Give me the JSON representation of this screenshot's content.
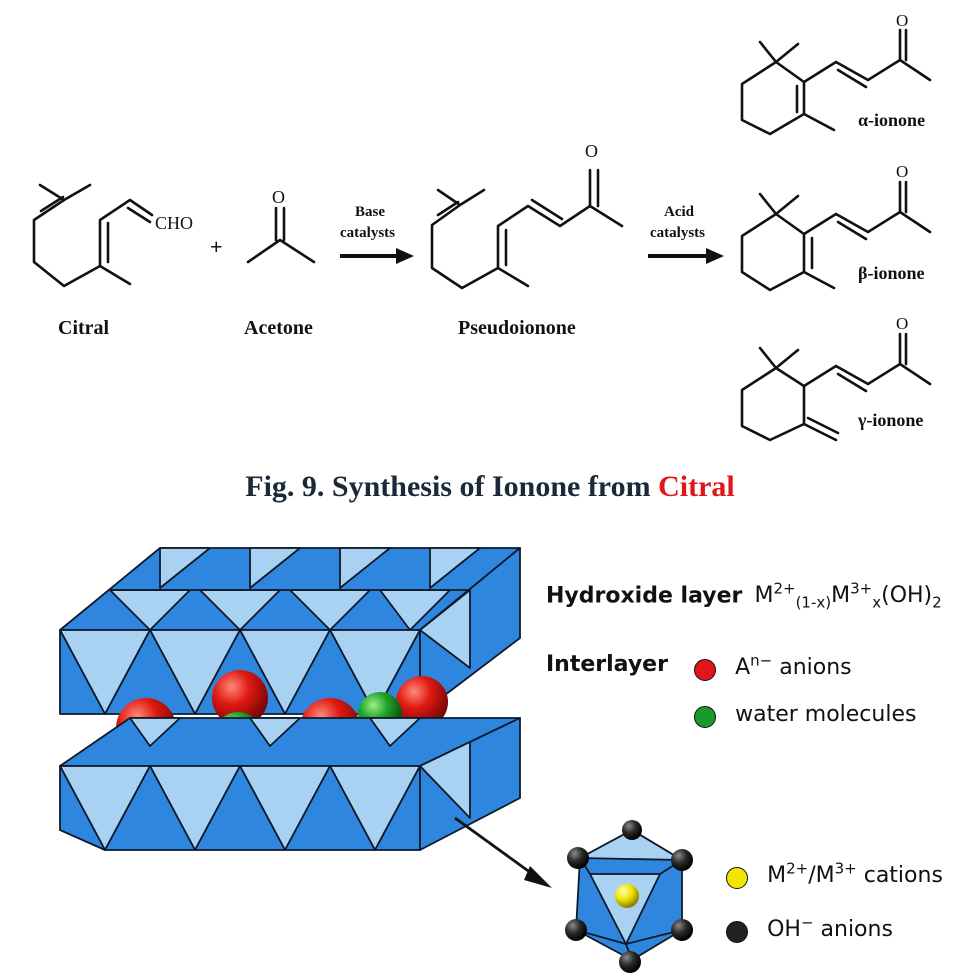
{
  "scheme": {
    "citral": {
      "label": "Citral",
      "group": "CHO"
    },
    "plus": "+",
    "acetone": {
      "label": "Acetone",
      "oxygen": "O"
    },
    "step1": {
      "line1": "Base",
      "line2": "catalysts"
    },
    "pseudoionone": {
      "label": "Pseudoionone",
      "oxygen": "O"
    },
    "step2": {
      "line1": "Acid",
      "line2": "catalysts"
    },
    "products": [
      {
        "label": "α-ionone",
        "oxygen": "O"
      },
      {
        "label": "β-ionone",
        "oxygen": "O"
      },
      {
        "label": "γ-ionone",
        "oxygen": "O"
      }
    ]
  },
  "figure": {
    "prefix": "Fig. 9. Synthesis of Ionone from ",
    "highlight": "Citral",
    "highlight_color": "#e0161b"
  },
  "ldh": {
    "hydroxide": {
      "heading": "Hydroxide layer",
      "m": "M",
      "sup2": "2+",
      "sub1": "(1-x)",
      "sup3": "3+",
      "subx": "x",
      "oh": "(OH)",
      "sub2": "2"
    },
    "interlayer": {
      "heading": "Interlayer",
      "anions": {
        "a": "A",
        "sup": "n−",
        "text": " anions",
        "color": "#e0161b"
      },
      "water": {
        "text": "water molecules",
        "color": "#1a9a2a"
      }
    },
    "cations": {
      "m1": "M",
      "sup1": "2+",
      "slash": "/M",
      "sup2": "3+",
      "text": " cations",
      "color": "#f2e600"
    },
    "oh_anions": {
      "oh": "OH",
      "sup": "−",
      "text": " anions",
      "color": "#222222"
    },
    "colors": {
      "octa_light": "#a9d2f2",
      "octa_dark": "#2f86de",
      "edge": "#0d1a2a"
    }
  }
}
